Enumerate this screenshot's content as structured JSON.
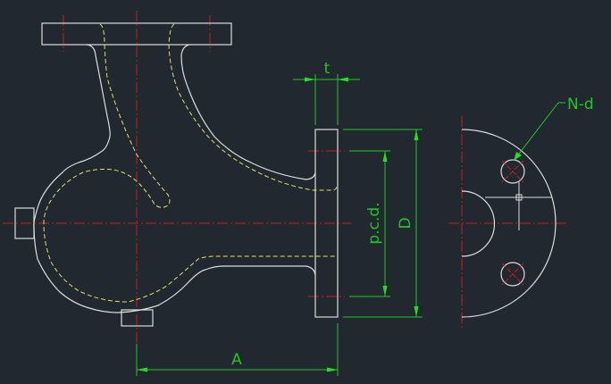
{
  "drawing": {
    "labels": {
      "thickness": "t",
      "outer_diameter": "D",
      "pitch_circle_diameter": "p.c.d.",
      "center_distance": "A",
      "bolt_holes": "N-d"
    },
    "colors": {
      "background": "#212830",
      "outline": "#dcdcdc",
      "hidden_line": "#e2e36a",
      "center_line": "#c61f1f",
      "dimension": "#20c820"
    }
  }
}
